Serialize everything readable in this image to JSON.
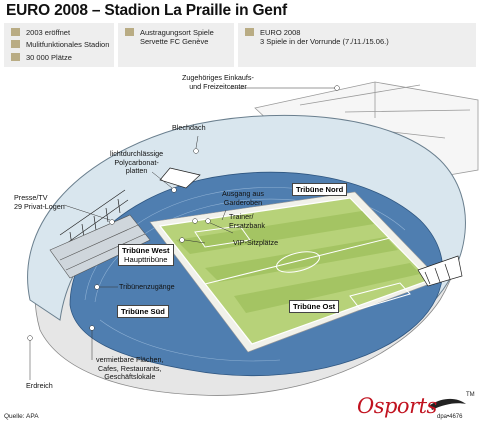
{
  "title": "EURO 2008 – Stadion La Praille in Genf",
  "info_boxes": [
    {
      "lines": [
        "2003 eröffnet",
        "Mulitfunktionales Stadion",
        "30 000 Plätze"
      ]
    },
    {
      "lines": [
        "Austragungsort Spiele",
        "Servette FC Genève"
      ]
    },
    {
      "lines": [
        "EURO 2008",
        "3 Spiele in der Vorrunde (7./11./15.06.)"
      ]
    }
  ],
  "labels": {
    "shopping": [
      "Zugehöriges Einkaufs-",
      "und Freizeitcenter"
    ],
    "roof": "Blechdach",
    "polycarbonate": [
      "lichtdurchlässige",
      "Polycarbonat-",
      "platten"
    ],
    "press": [
      "Presse/TV",
      "29 Privat-Logen"
    ],
    "exit": [
      "Ausgang aus",
      "Garderoben"
    ],
    "trainer": [
      "Trainer/",
      "Ersatzbank"
    ],
    "vip": "VIP-Sitzplätze",
    "access": "Tribünenzugänge",
    "rental": [
      "vermietbare Flächen,",
      "Cafes, Restaurants,",
      "Geschäftslokale"
    ],
    "ground": "Erdreich"
  },
  "stands": {
    "north": "Tribüne Nord",
    "west": "Tribüne West",
    "west_sub": "Haupttribüne",
    "south": "Tribüne Süd",
    "east": "Tribüne Ost"
  },
  "source": "Quelle: APA",
  "logo": "Osports",
  "logo_tm": "TM",
  "apa_code": "dpa•4676",
  "colors": {
    "info_bg": "#eeeeee",
    "bullet": "#b9ac84",
    "seats": "#4f7eb0",
    "roof": "#d9e6ee",
    "pitch_light": "#b7d279",
    "pitch_dark": "#a4c463",
    "switzerland": "#8fc27a",
    "geneva_dot": "#d11b1b",
    "logo_red": "#c1121f"
  }
}
